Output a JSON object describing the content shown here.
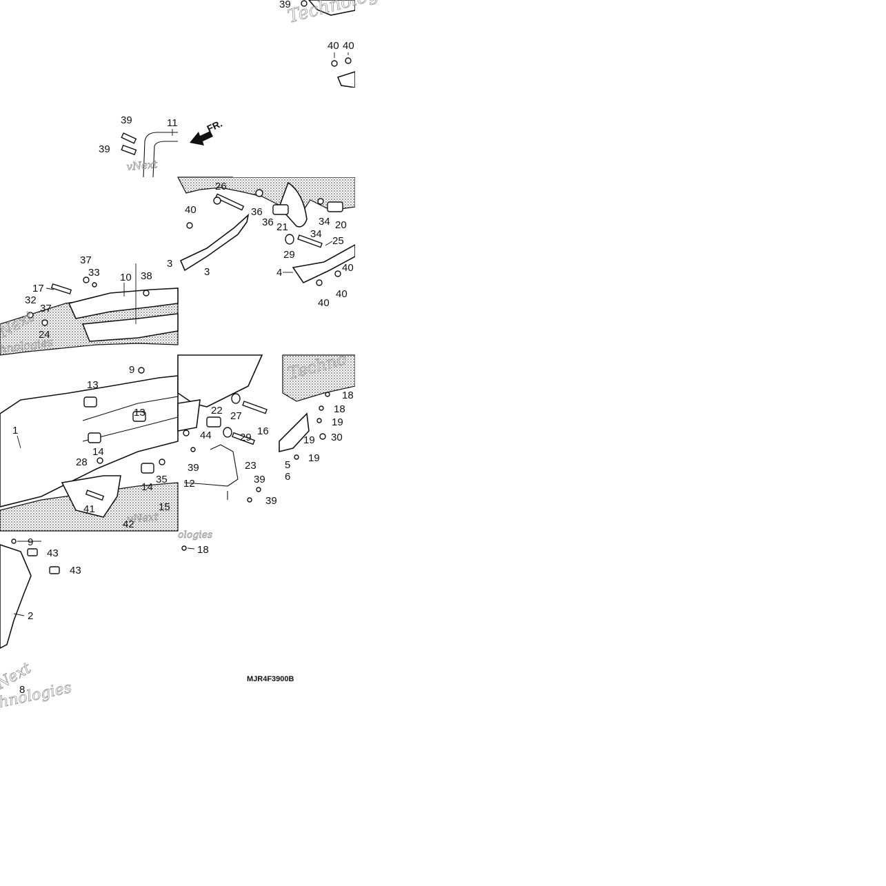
{
  "diagram": {
    "code": "MJR4F3900B",
    "front_marker": "FR.",
    "watermarks": [
      "vNext",
      "Technologies",
      "Techno",
      "ologies",
      "hnologies",
      "Next"
    ],
    "callouts": [
      {
        "id": "c1",
        "text": "39"
      },
      {
        "id": "c2",
        "text": "40"
      },
      {
        "id": "c3",
        "text": "40"
      },
      {
        "id": "c4",
        "text": "39"
      },
      {
        "id": "c5",
        "text": "11"
      },
      {
        "id": "c6",
        "text": "39"
      },
      {
        "id": "c7",
        "text": "26"
      },
      {
        "id": "c8",
        "text": "40"
      },
      {
        "id": "c9",
        "text": "36"
      },
      {
        "id": "c10",
        "text": "36"
      },
      {
        "id": "c11",
        "text": "21"
      },
      {
        "id": "c12",
        "text": "34"
      },
      {
        "id": "c13",
        "text": "20"
      },
      {
        "id": "c14",
        "text": "34"
      },
      {
        "id": "c15",
        "text": "25"
      },
      {
        "id": "c16",
        "text": "29"
      },
      {
        "id": "c17",
        "text": "3"
      },
      {
        "id": "c18",
        "text": "4"
      },
      {
        "id": "c19",
        "text": "40"
      },
      {
        "id": "c20",
        "text": "40"
      },
      {
        "id": "c21",
        "text": "40"
      },
      {
        "id": "c22",
        "text": "37"
      },
      {
        "id": "c23",
        "text": "33"
      },
      {
        "id": "c24",
        "text": "10"
      },
      {
        "id": "c25",
        "text": "38"
      },
      {
        "id": "c26",
        "text": "3"
      },
      {
        "id": "c27",
        "text": "17"
      },
      {
        "id": "c28",
        "text": "32"
      },
      {
        "id": "c29",
        "text": "37"
      },
      {
        "id": "c30",
        "text": "24"
      },
      {
        "id": "c31",
        "text": "9"
      },
      {
        "id": "c32",
        "text": "13"
      },
      {
        "id": "c33",
        "text": "13"
      },
      {
        "id": "c34",
        "text": "1"
      },
      {
        "id": "c35",
        "text": "14"
      },
      {
        "id": "c36",
        "text": "28"
      },
      {
        "id": "c37",
        "text": "14"
      },
      {
        "id": "c38",
        "text": "35"
      },
      {
        "id": "c39",
        "text": "41"
      },
      {
        "id": "c40",
        "text": "42"
      },
      {
        "id": "c41",
        "text": "15"
      },
      {
        "id": "c42",
        "text": "18"
      },
      {
        "id": "c43",
        "text": "18"
      },
      {
        "id": "c44",
        "text": "19"
      },
      {
        "id": "c45",
        "text": "19"
      },
      {
        "id": "c46",
        "text": "30"
      },
      {
        "id": "c47",
        "text": "19"
      },
      {
        "id": "c48",
        "text": "5"
      },
      {
        "id": "c49",
        "text": "6"
      },
      {
        "id": "c50",
        "text": "22"
      },
      {
        "id": "c51",
        "text": "27"
      },
      {
        "id": "c52",
        "text": "16"
      },
      {
        "id": "c53",
        "text": "29"
      },
      {
        "id": "c54",
        "text": "44"
      },
      {
        "id": "c55",
        "text": "39"
      },
      {
        "id": "c56",
        "text": "23"
      },
      {
        "id": "c57",
        "text": "39"
      },
      {
        "id": "c58",
        "text": "12"
      },
      {
        "id": "c59",
        "text": "39"
      },
      {
        "id": "c60",
        "text": "9"
      },
      {
        "id": "c61",
        "text": "43"
      },
      {
        "id": "c62",
        "text": "43"
      },
      {
        "id": "c63",
        "text": "18"
      },
      {
        "id": "c64",
        "text": "2"
      },
      {
        "id": "c65",
        "text": "8"
      }
    ]
  }
}
